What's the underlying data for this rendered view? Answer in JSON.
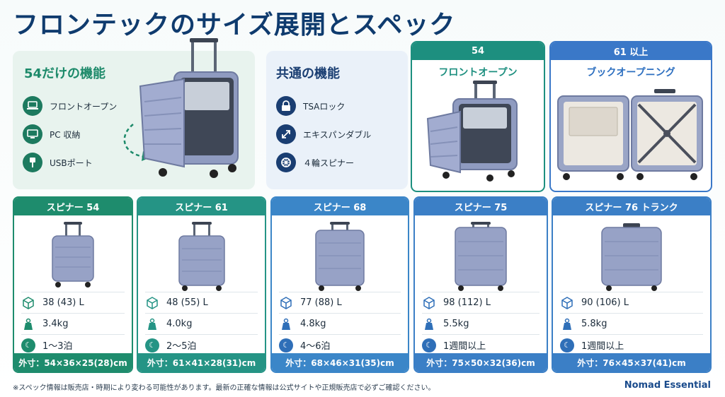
{
  "title": "フロンテックのサイズ展開とスペック",
  "only54": {
    "heading": "54だけの機能",
    "features": [
      {
        "label": "フロントオープン",
        "icon": "laptop-icon"
      },
      {
        "label": "PC 収納",
        "icon": "computer-icon"
      },
      {
        "label": "USBポート",
        "icon": "usb-plug-icon"
      }
    ]
  },
  "common": {
    "heading": "共通の機能",
    "features": [
      {
        "label": "TSAロック",
        "icon": "lock-icon"
      },
      {
        "label": "エキスパンダブル",
        "icon": "expand-arrows-icon"
      },
      {
        "label": "４輪スピナー",
        "icon": "wheel-icon"
      }
    ]
  },
  "opening": [
    {
      "header": "54",
      "label": "フロントオープン",
      "color": "#1d8f7f"
    },
    {
      "header": "61 以上",
      "label": "ブックオープニング",
      "color": "#3a78c8"
    }
  ],
  "models": [
    {
      "name": "スピナー 54",
      "capacity": "38 (43) L",
      "weight": "3.4kg",
      "nights": "1〜3泊",
      "dims": "外寸：54×36×25(28)cm",
      "color": "#1e8c6d"
    },
    {
      "name": "スピナー 61",
      "capacity": "48 (55) L",
      "weight": "4.0kg",
      "nights": "2〜5泊",
      "dims": "外寸：61×41×28(31)cm",
      "color": "#259485"
    },
    {
      "name": "スピナー 68",
      "capacity": "77 (88) L",
      "weight": "4.8kg",
      "nights": "4〜6泊",
      "dims": "外寸：68×46×31(35)cm",
      "color": "#2f6fb8"
    },
    {
      "name": "スピナー 75",
      "capacity": "98 (112) L",
      "weight": "5.5kg",
      "nights": "1週間以上",
      "dims": "外寸：75×50×32(36)cm",
      "color": "#2f6fb8"
    },
    {
      "name": "スピナー 76 トランク",
      "capacity": "90 (106) L",
      "weight": "5.8kg",
      "nights": "1週間以上",
      "dims": "外寸：76×45×37(41)cm",
      "color": "#2f6fb8"
    }
  ],
  "footnote": "※スペック情報は販売店・時期により変わる可能性があります。最新の正確な情報は公式サイトや正規販売店で必ずご確認ください。",
  "brand": "Nomad Essential"
}
